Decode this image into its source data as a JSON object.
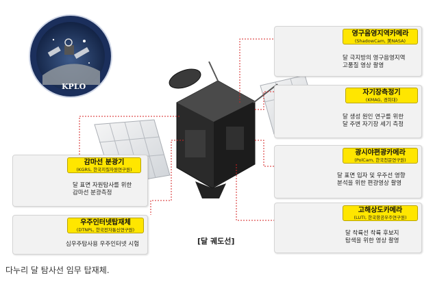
{
  "mission_logo": {
    "text": "KPLO"
  },
  "payloads": [
    {
      "title": "영구음영지역카메라",
      "affiliation": "(ShadowCam, 美NASA)",
      "description": [
        "달 극지방의 영구음영지역",
        "고품질 영상 촬영"
      ]
    },
    {
      "title": "자기장측정기",
      "affiliation": "(KMAG, 경희대)",
      "description": [
        "달 생성 원인 연구를 위한",
        "달 주변 자기장 세기 측정"
      ]
    },
    {
      "title": "광시야편광카메라",
      "affiliation": "(PolCam, 한국천문연구원)",
      "description": [
        "달 표면 입자 및 우주선 영향",
        "분석을 위한 편광영상 촬영"
      ]
    },
    {
      "title": "고해상도카메라",
      "affiliation": "(LUTI, 한국항공우주연구원)",
      "description": [
        "달 착륙선 착륙 후보지",
        "탐색을 위한 영상 촬영"
      ]
    },
    {
      "title": "감마선 분광기",
      "affiliation": "(KGRS, 한국지질자원연구원)",
      "description": [
        "달 표면 자원탐사를 위한",
        "감마선 분광측정"
      ]
    },
    {
      "title": "우주인터넷탑재체",
      "affiliation": "(DTNPL, 한국전자통신연구원)",
      "description": [
        "심우주탐사용 우주인터넷 시험"
      ]
    }
  ],
  "orbit_label": "[달 궤도선]",
  "caption": "다누리 달 탐사선 임무 탑재체."
}
